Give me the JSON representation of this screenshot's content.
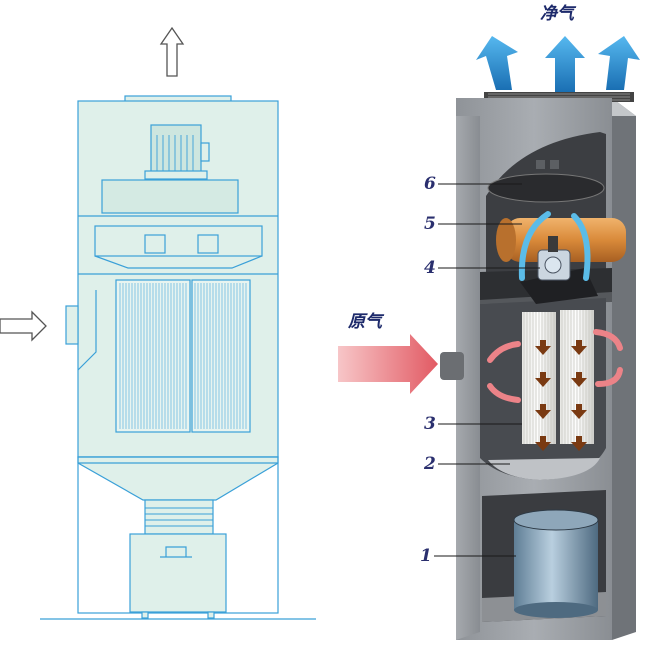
{
  "captions": {
    "clean_air": "净气",
    "raw_air": "原气"
  },
  "callouts": [
    {
      "id": "6",
      "text": "6"
    },
    {
      "id": "5",
      "text": "5"
    },
    {
      "id": "4",
      "text": "4"
    },
    {
      "id": "3",
      "text": "3"
    },
    {
      "id": "2",
      "text": "2"
    },
    {
      "id": "1",
      "text": "1"
    }
  ],
  "colors": {
    "schematic_fill": "#dff0ea",
    "schematic_line": "#3aa0d8",
    "cabinet_grey": "#9a9ea3",
    "clean_arrow": "#2f97d6",
    "raw_arrow": "#e8747a",
    "filter_arrow": "#7a3a12",
    "fan_orange": "#d98a3a"
  }
}
